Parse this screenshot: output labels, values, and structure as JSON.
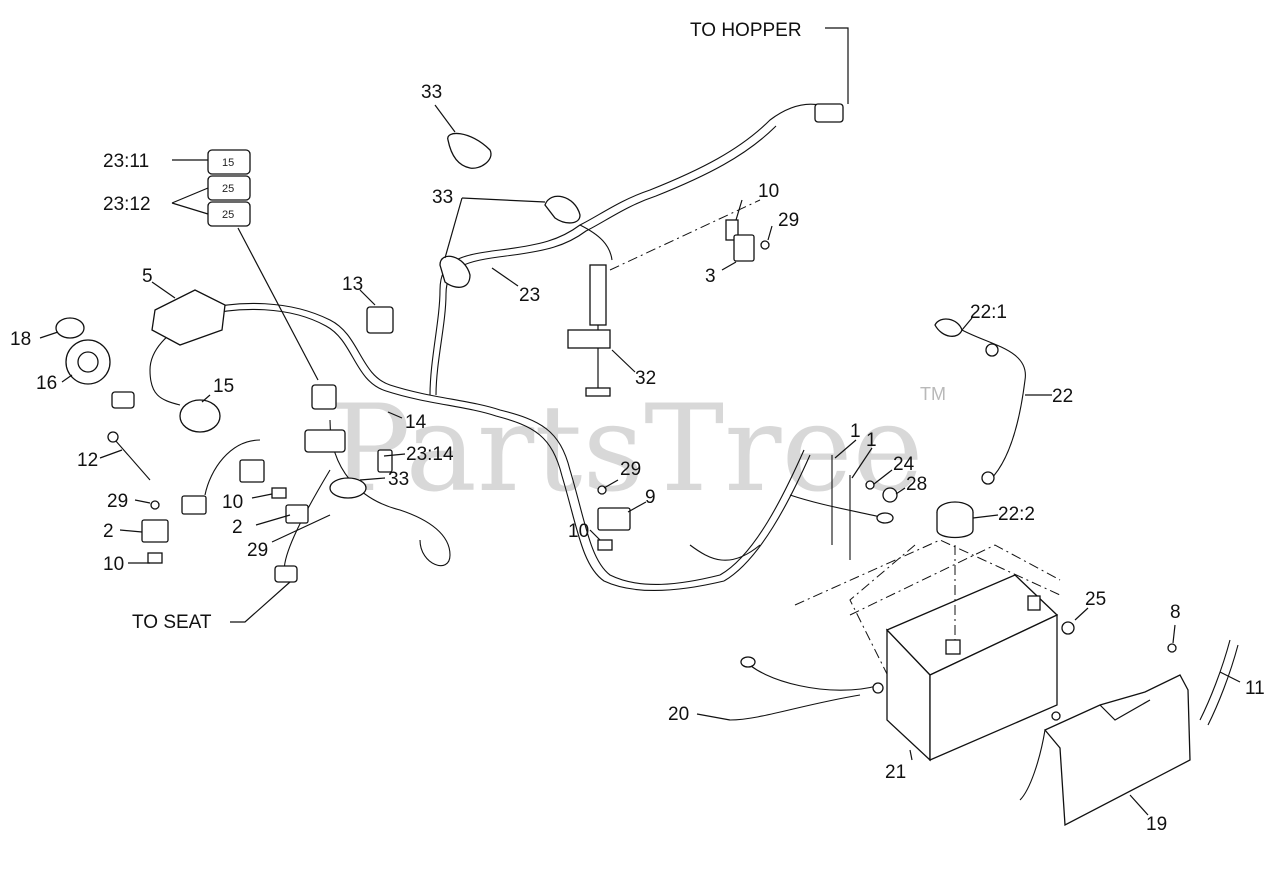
{
  "watermark": {
    "text": "PartsTree",
    "trademark": "TM"
  },
  "labels": {
    "to_hopper": "TO HOPPER",
    "to_seat": "TO SEAT",
    "c33_top": "33",
    "c23_11": "23:11",
    "c23_12": "23:12",
    "c33_hang": "33",
    "c10_a": "10",
    "c29_a": "29",
    "c3": "3",
    "c5": "5",
    "c13": "13",
    "c23": "23",
    "c22_1": "22:1",
    "c18": "18",
    "c16": "16",
    "c15": "15",
    "c32": "32",
    "c22": "22",
    "c14": "14",
    "c12": "12",
    "c23_14": "23:14",
    "c1_a": "1",
    "c1_b": "1",
    "c33_mid": "33",
    "c29_b": "29",
    "c24": "24",
    "c28": "28",
    "c29_c": "29",
    "c10_b": "10",
    "c9": "9",
    "c2_a": "2",
    "c2_b": "2",
    "c29_d": "29",
    "c10_c": "10",
    "c10_d": "10",
    "c22_2": "22:2",
    "c25": "25",
    "c8": "8",
    "c11": "11",
    "c20": "20",
    "c21": "21",
    "c19": "19"
  },
  "fuses": [
    "15",
    "25",
    "25"
  ]
}
